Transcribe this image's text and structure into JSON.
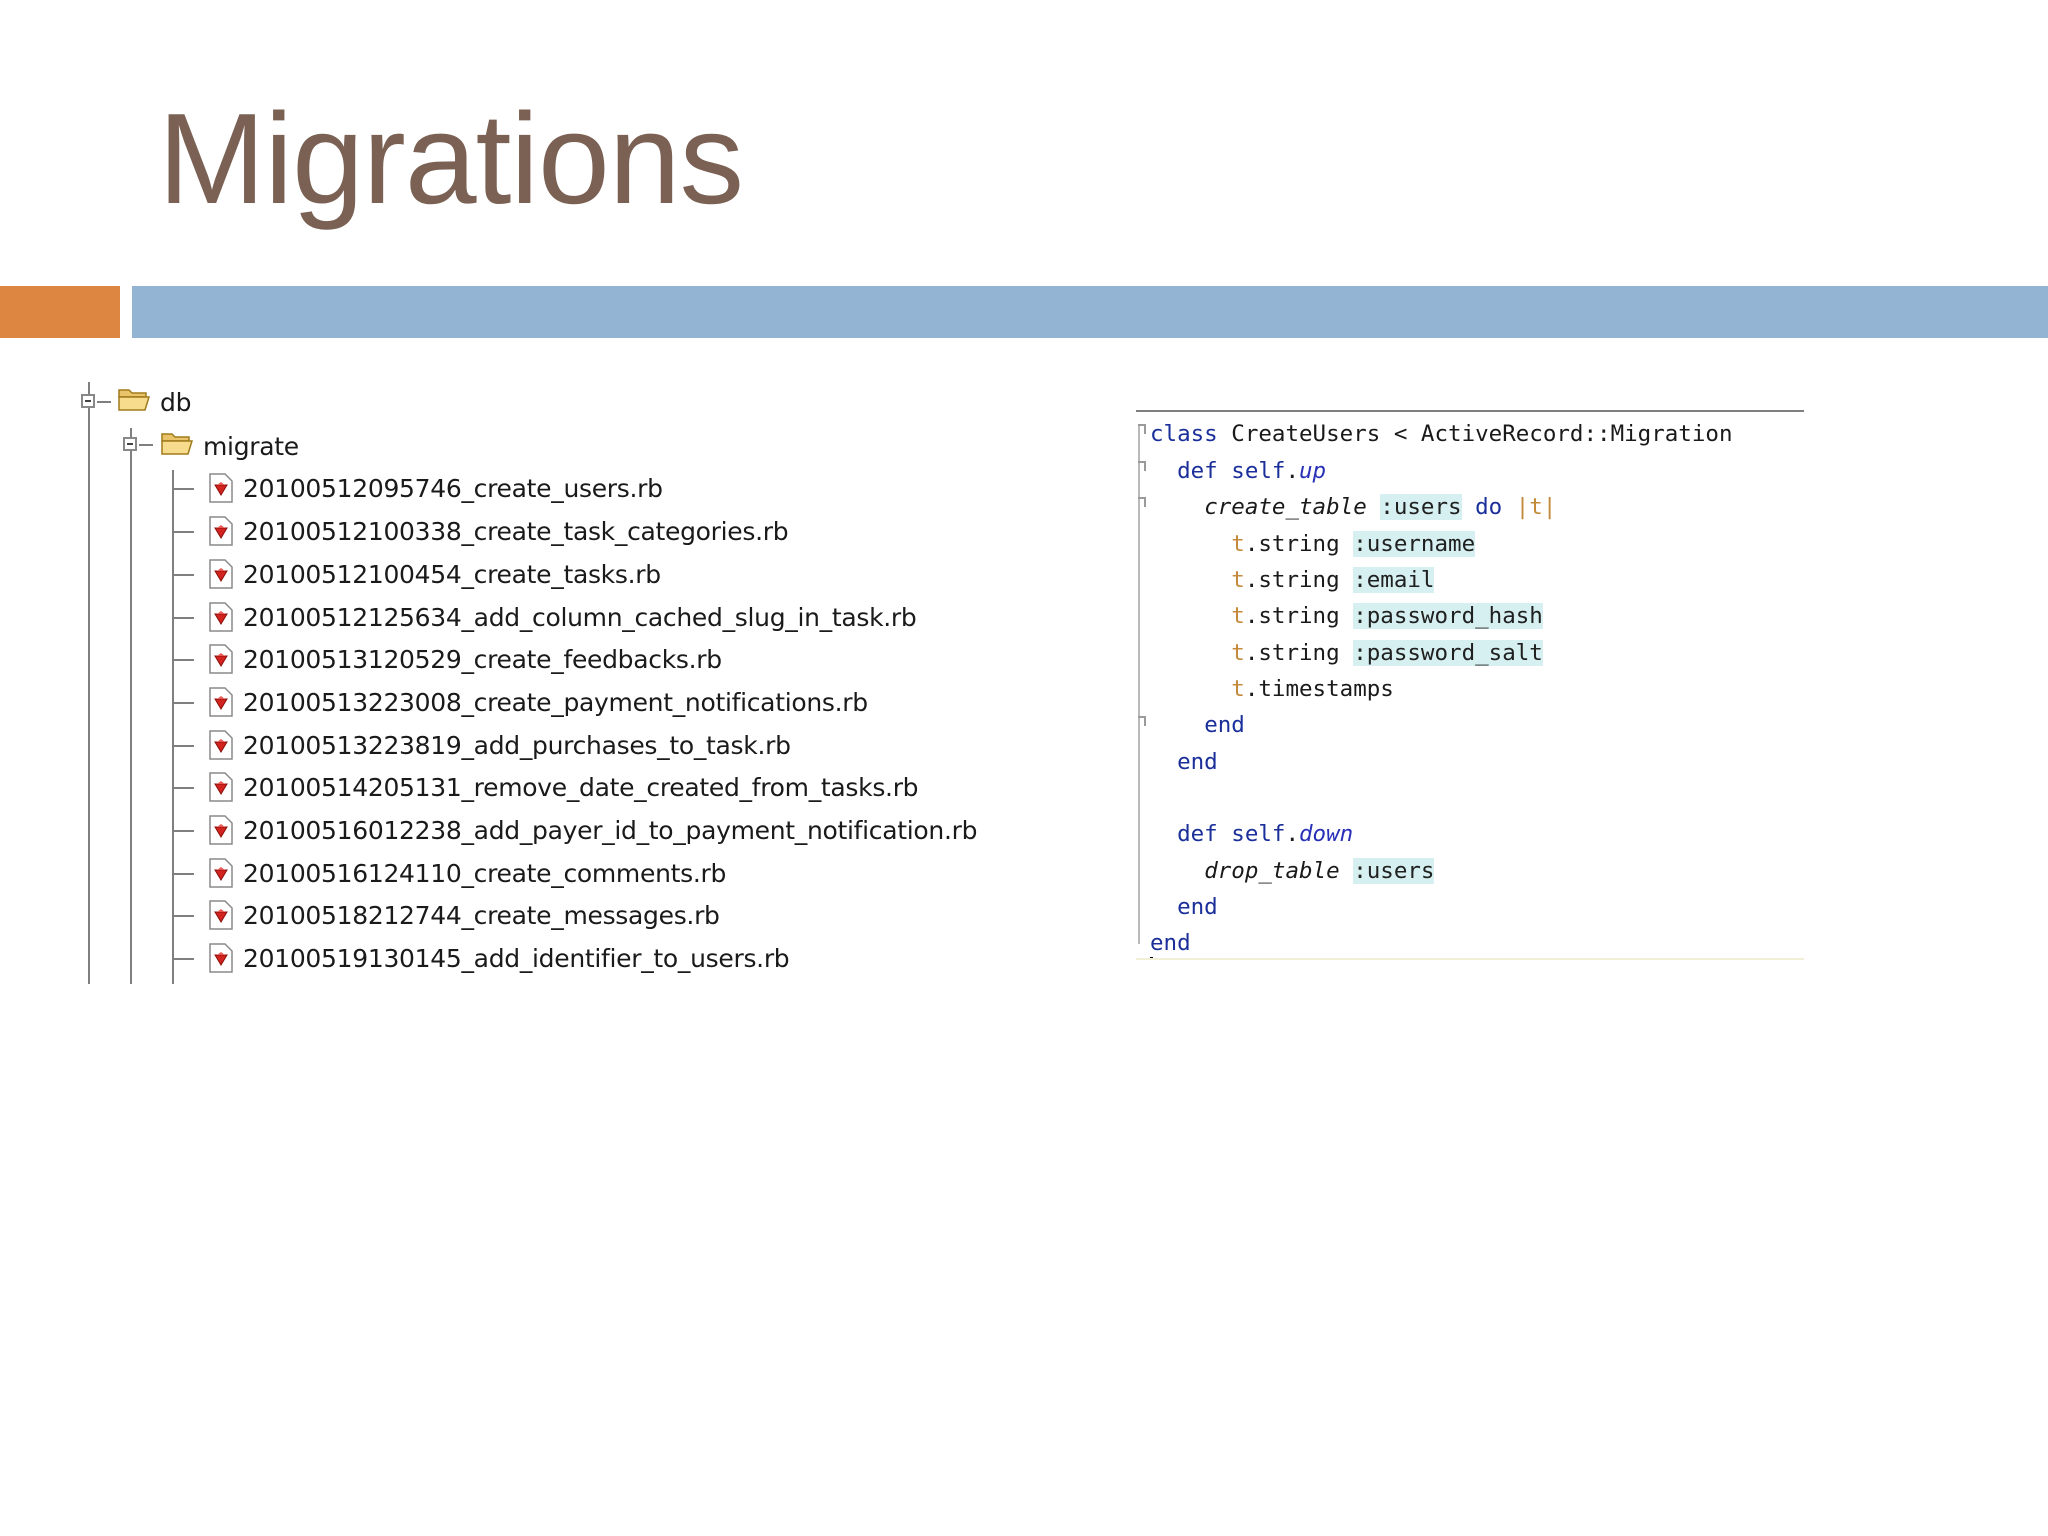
{
  "slide": {
    "title": "Migrations"
  },
  "colors": {
    "title": "#7a6154",
    "accent_orange": "#dc8642",
    "accent_blue": "#93b5d3",
    "symbol_highlight": "#d6eff0",
    "keyword": "#1a2f9a"
  },
  "tree": {
    "root": {
      "label": "db",
      "icon": "folder-open-icon"
    },
    "child": {
      "label": "migrate",
      "icon": "folder-open-icon"
    },
    "files": [
      "20100512095746_create_users.rb",
      "20100512100338_create_task_categories.rb",
      "20100512100454_create_tasks.rb",
      "20100512125634_add_column_cached_slug_in_task.rb",
      "20100513120529_create_feedbacks.rb",
      "20100513223008_create_payment_notifications.rb",
      "20100513223819_add_purchases_to_task.rb",
      "20100514205131_remove_date_created_from_tasks.rb",
      "20100516012238_add_payer_id_to_payment_notification.rb",
      "20100516124110_create_comments.rb",
      "20100518212744_create_messages.rb",
      "20100519130145_add_identifier_to_users.rb"
    ],
    "file_icon": "ruby-file-icon"
  },
  "code": {
    "class_kw": "class",
    "class_decl": " CreateUsers < ActiveRecord::Migration",
    "def_kw": "def",
    "self_kw": "self",
    "dot": ".",
    "up": "up",
    "down": "down",
    "create_table": "create_table",
    "drop_table": "drop_table",
    "users_sym": ":users",
    "do_kw": "do",
    "block_param": "|t|",
    "t": "t",
    "string_call": ".string",
    "timestamps_call": ".timestamps",
    "username_sym": ":username",
    "email_sym": ":email",
    "password_hash_sym": ":password_hash",
    "password_salt_sym": ":password_salt",
    "end_kw": "end"
  }
}
